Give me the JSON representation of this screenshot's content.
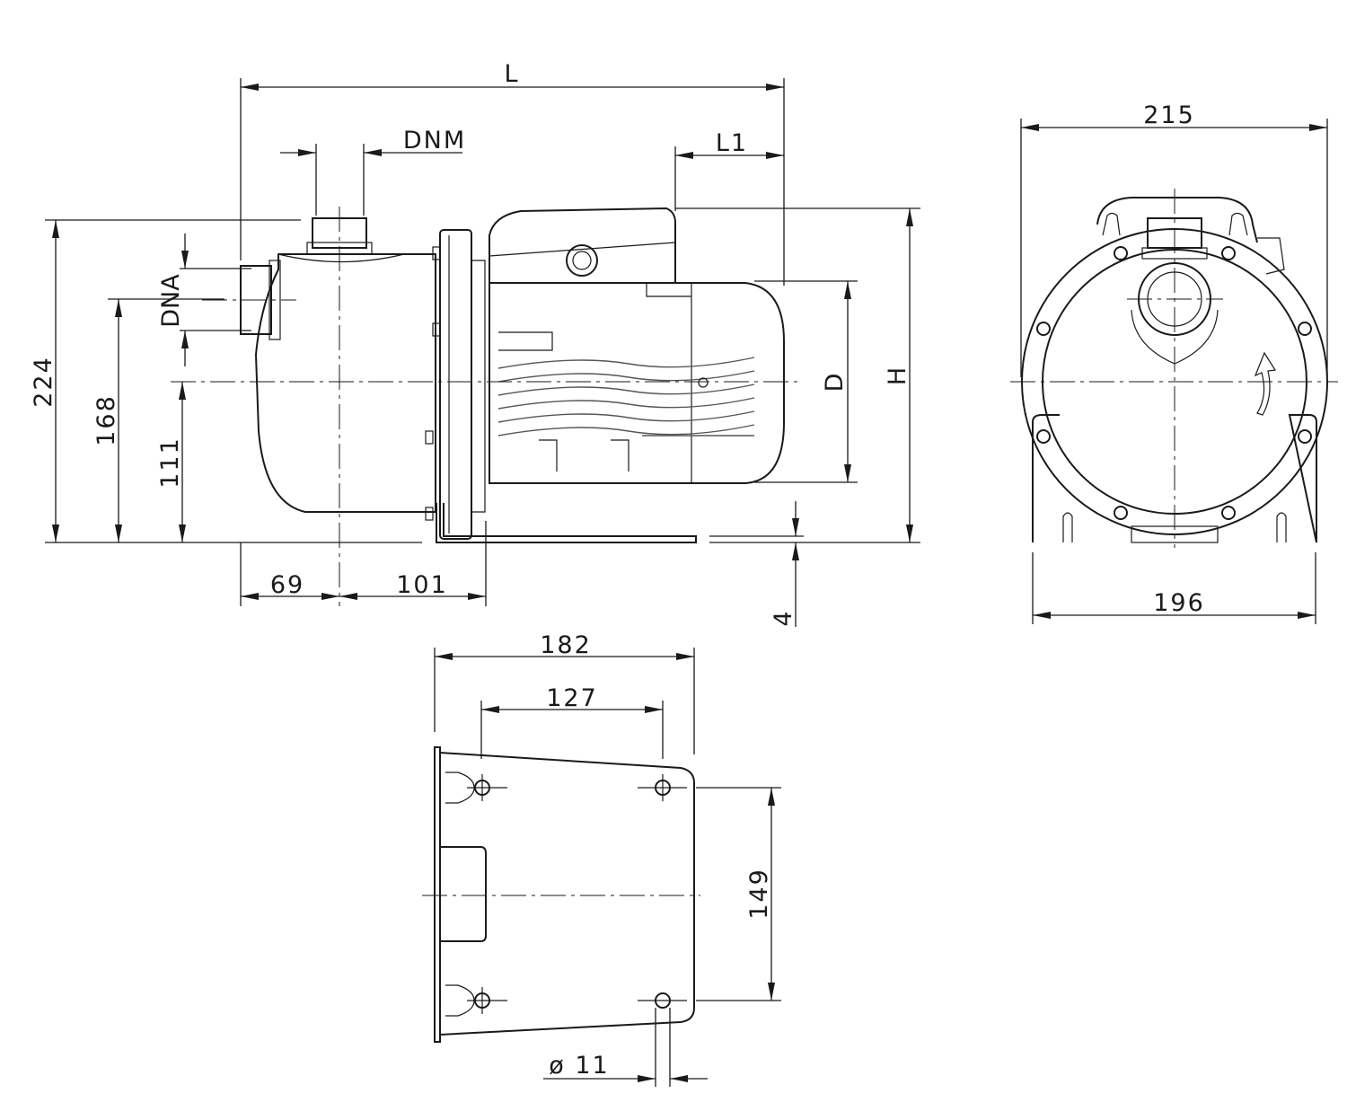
{
  "side_view": {
    "L": "L",
    "DNM": "DNM",
    "L1": "L1",
    "H": "H",
    "D": "D",
    "DNA": "DNA",
    "dim_224": "224",
    "dim_168": "168",
    "dim_111": "111",
    "dim_69": "69",
    "dim_101": "101",
    "dim_4": "4"
  },
  "front_view": {
    "dim_215": "215",
    "dim_196": "196"
  },
  "base_view": {
    "dim_182": "182",
    "dim_127": "127",
    "dim_149": "149",
    "hole_diameter": "ø 11"
  }
}
